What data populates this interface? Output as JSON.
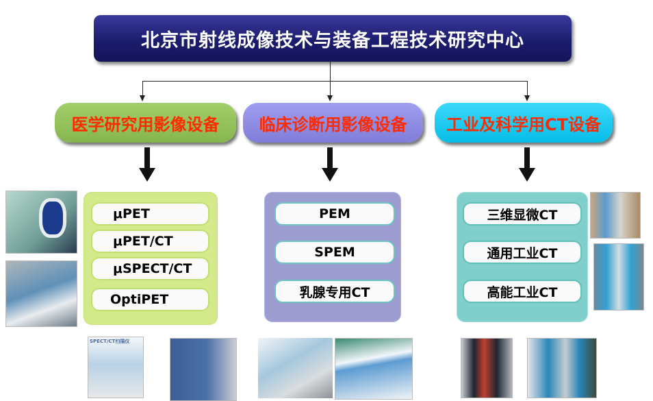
{
  "title": "北京市射线成像技术与装备工程技术研究中心",
  "categories": [
    {
      "label": "医学研究用影像设备",
      "color": "#8fbf5a",
      "items": [
        "μPET",
        "μPET/CT",
        "μSPECT/CT",
        "OptiPET"
      ]
    },
    {
      "label": "临床诊断用影像设备",
      "color": "#8a88e0",
      "items": [
        "PEM",
        "SPEM",
        "乳腺专用CT"
      ]
    },
    {
      "label": "工业及科学用CT设备",
      "color": "#17c8f0",
      "items": [
        "三维显微CT",
        "通用工业CT",
        "高能工业CT"
      ]
    }
  ],
  "photo_caption": "SPECT/CT扫描仪"
}
